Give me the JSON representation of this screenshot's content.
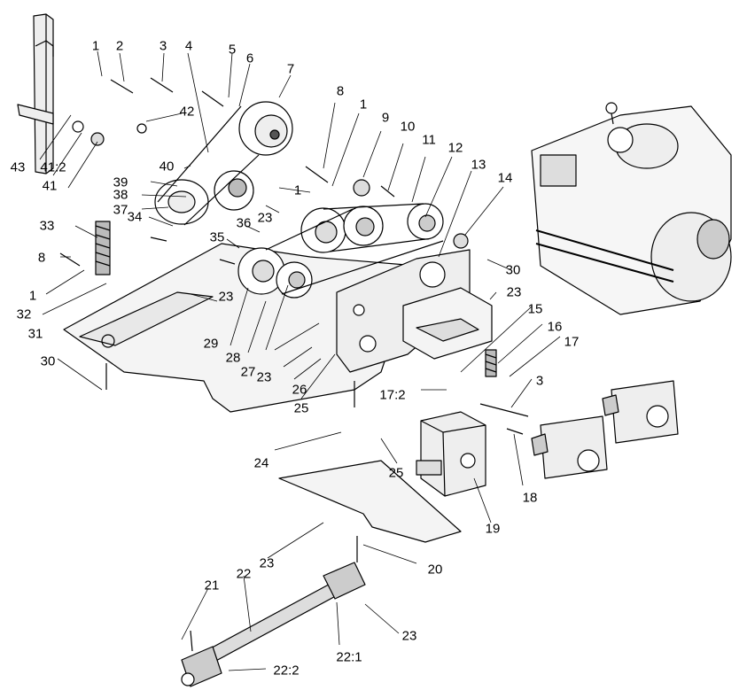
{
  "colors": {
    "ink": "#000000",
    "paper": "#ffffff",
    "fill_light": "#eeeeee",
    "fill_mid": "#cfcfcf",
    "fill_dark": "#555555"
  },
  "callouts": [
    "1",
    "2",
    "3",
    "4",
    "5",
    "6",
    "7",
    "42",
    "8",
    "1",
    "9",
    "10",
    "11",
    "12",
    "13",
    "14",
    "43",
    "41:2",
    "41",
    "40",
    "39",
    "38",
    "37",
    "1",
    "23",
    "33",
    "34",
    "36",
    "35",
    "8",
    "1",
    "32",
    "31",
    "23",
    "30",
    "29",
    "28",
    "27",
    "23",
    "26",
    "25",
    "30",
    "23",
    "15",
    "16",
    "17",
    "17:2",
    "3",
    "24",
    "25",
    "18",
    "19",
    "23",
    "20",
    "21",
    "22",
    "22:1",
    "23",
    "22:2"
  ]
}
